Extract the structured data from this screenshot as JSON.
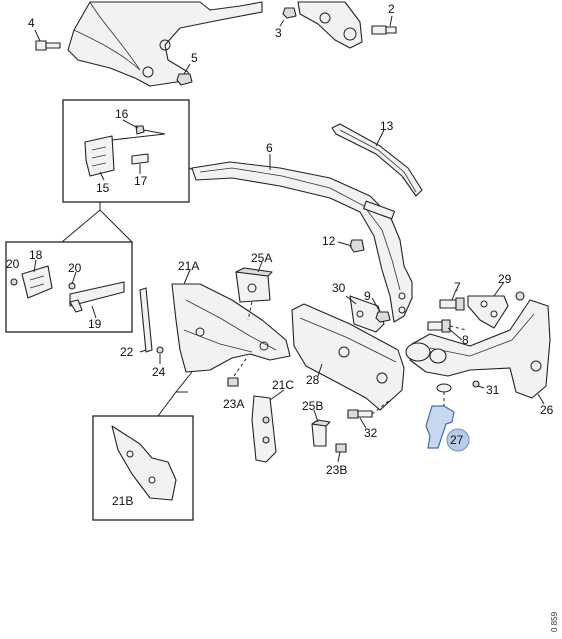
{
  "callouts": {
    "c2": "2",
    "c3": "3",
    "c4": "4",
    "c5": "5",
    "c6": "6",
    "c7": "7",
    "c8": "8",
    "c9": "9",
    "c12": "12",
    "c13": "13",
    "c15": "15",
    "c16": "16",
    "c17": "17",
    "c18": "18",
    "c19": "19",
    "c20a": "20",
    "c20b": "20",
    "c21A": "21A",
    "c21B": "21B",
    "c21C": "21C",
    "c22": "22",
    "c23A": "23A",
    "c23B": "23B",
    "c24": "24",
    "c25A": "25A",
    "c25B": "25B",
    "c26": "26",
    "c27": "27",
    "c28": "28",
    "c29": "29",
    "c30": "30",
    "c31": "31",
    "c32": "32"
  },
  "highlight": {
    "part": "27",
    "color": "#b9cdea"
  },
  "reference": "0 859"
}
